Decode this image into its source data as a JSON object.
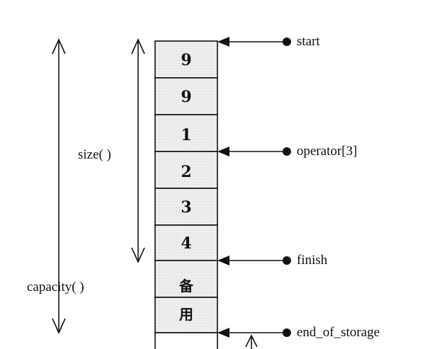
{
  "cells": [
    "9",
    "9",
    "1",
    "2",
    "3",
    "4",
    "备",
    "用",
    ""
  ],
  "left_labels": {
    "size": "size( )",
    "capacity": "capacity( )"
  },
  "pointers": {
    "start": "start",
    "operator": "operator[3]",
    "finish": "finish",
    "end_of_storage": "end_of_storage"
  }
}
